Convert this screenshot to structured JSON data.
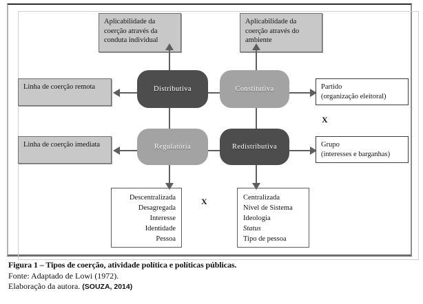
{
  "figure": {
    "top_boxes": [
      {
        "id": "aplicabilidade-conduta",
        "text": "Aplicabilidade da coerção através da conduta individual"
      },
      {
        "id": "aplicabilidade-ambiente",
        "text": "Aplicabilidade da coerção através do ambiente"
      }
    ],
    "left_boxes": [
      {
        "id": "linha-remota",
        "text": "Linha de coerção remota"
      },
      {
        "id": "linha-imediata",
        "text": "Linha de coerção imediata"
      }
    ],
    "right_boxes": [
      {
        "id": "partido",
        "line1": "Partido",
        "line2": "(organização eleitoral)"
      },
      {
        "id": "grupo",
        "line1": "Grupo",
        "line2": "(interesses e barganhas)"
      }
    ],
    "nodes": [
      {
        "id": "distributiva",
        "label": "Distributiva",
        "tone": "dark",
        "color": "#4d4d4d"
      },
      {
        "id": "constitutiva",
        "label": "Constitutiva",
        "tone": "light",
        "color": "#a3a3a3"
      },
      {
        "id": "regulatoria",
        "label": "Regulatória",
        "tone": "light",
        "color": "#a3a3a3"
      },
      {
        "id": "redistributiva",
        "label": "Redistributiva",
        "tone": "dark",
        "color": "#4d4d4d"
      }
    ],
    "bottom_lists": [
      {
        "id": "lista-descentralizada",
        "align": "right",
        "items": [
          "Descentralizada",
          "Desagregada",
          "Interesse",
          "Identidade",
          "Pessoa"
        ]
      },
      {
        "id": "lista-centralizada",
        "align": "left",
        "items": [
          "Centralizada",
          "Nível de Sistema",
          "Ideologia",
          "Status",
          "Tipo de pessoa"
        ],
        "italic_items": [
          "Status"
        ]
      }
    ],
    "x_markers": [
      {
        "id": "x-right",
        "label": "X"
      },
      {
        "id": "x-bottom",
        "label": "X"
      }
    ]
  },
  "caption": {
    "title": "Figura 1 – Tipos de coerção, atividade política e políticas públicas.",
    "source": "Fonte: Adaptado de Lowi (1972).",
    "elaboration": "Elaboração da autora.",
    "reference": "(SOUZA, 2014)"
  }
}
